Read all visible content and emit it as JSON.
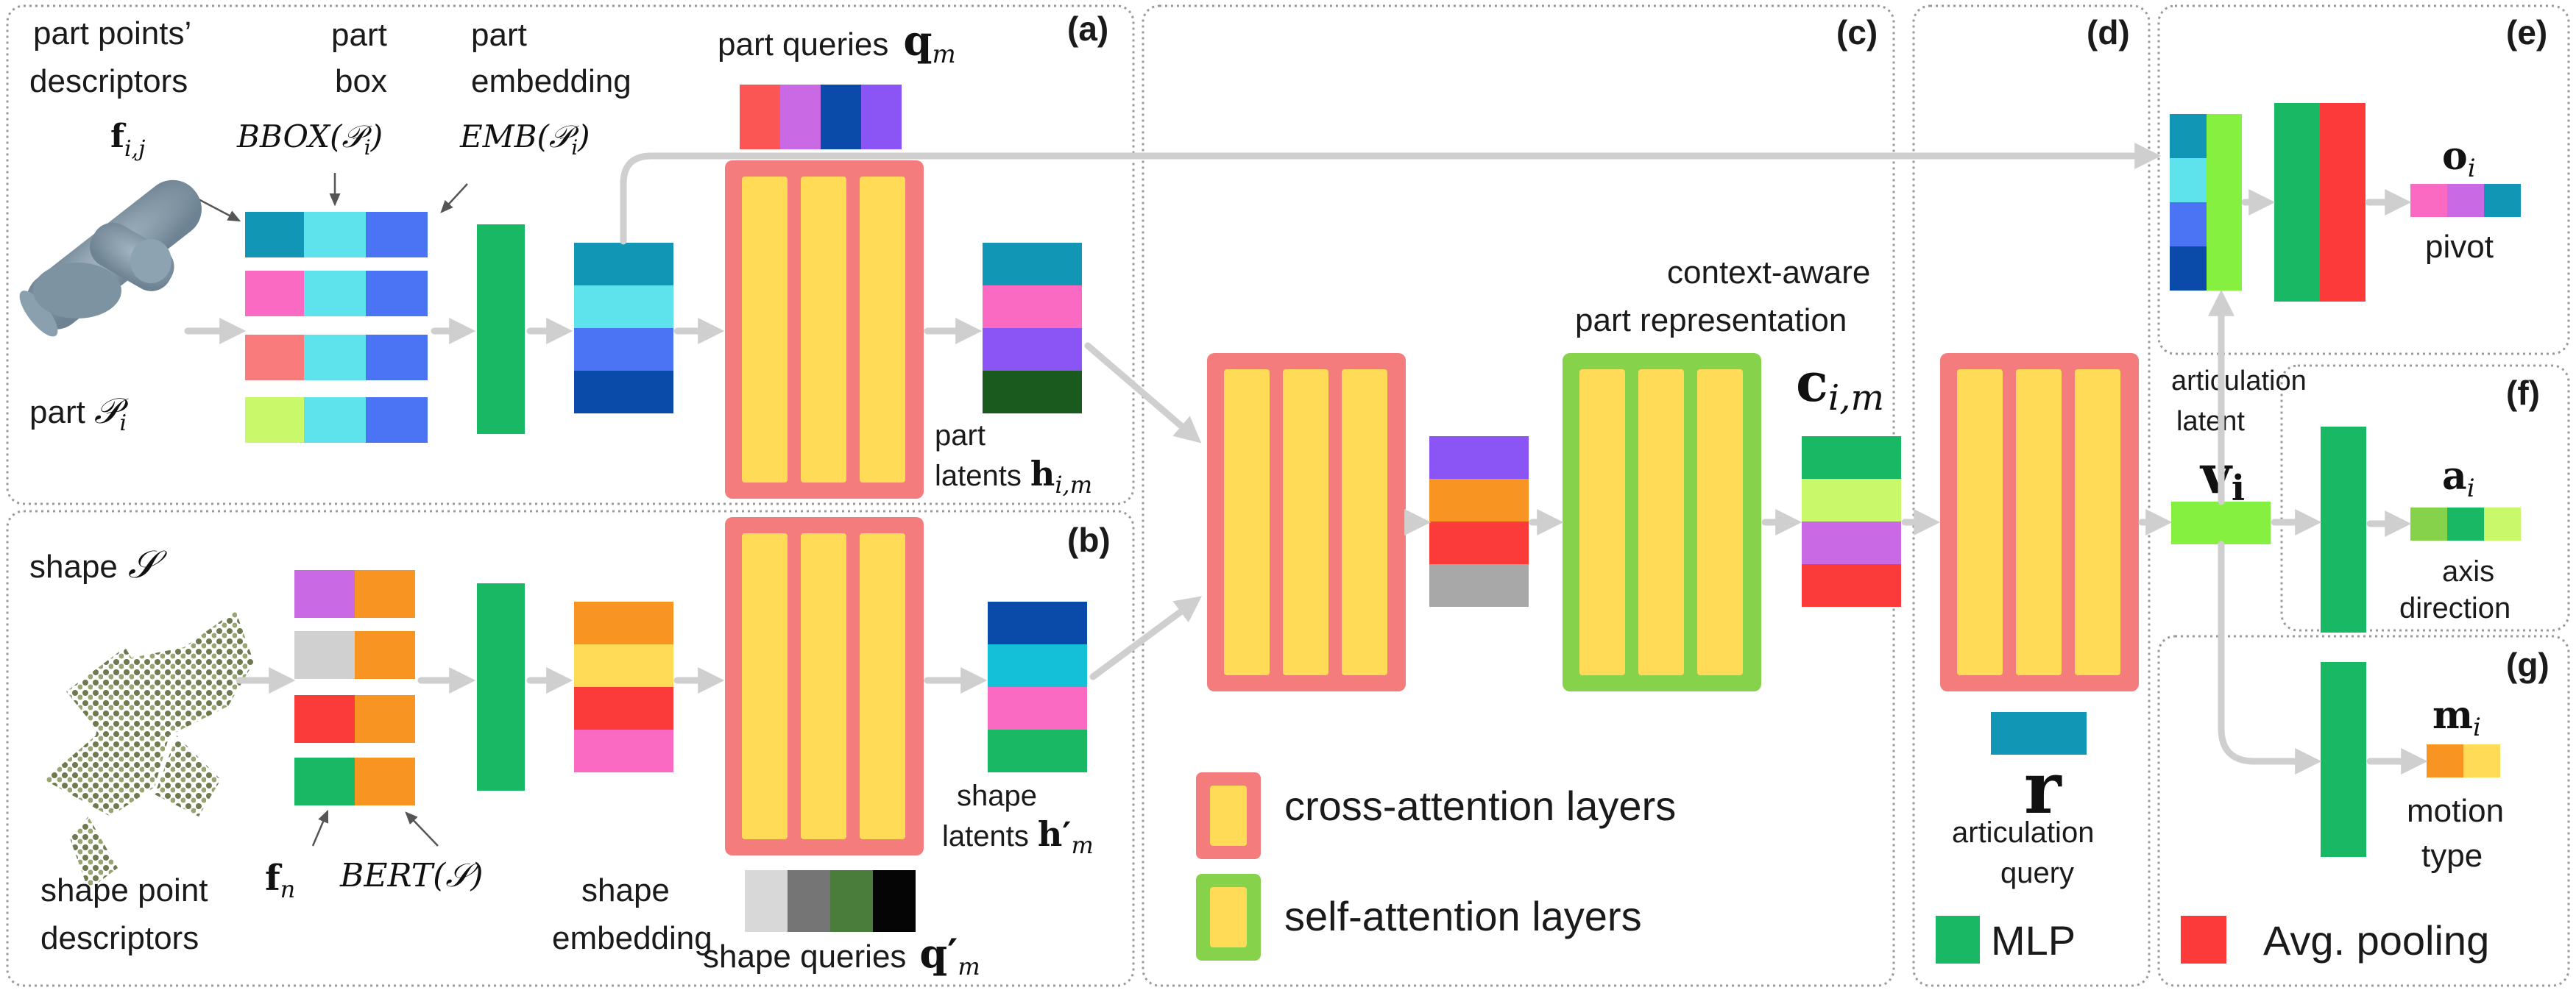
{
  "panels": {
    "a": "(a)",
    "b": "(b)",
    "c": "(c)",
    "d": "(d)",
    "e": "(e)",
    "f": "(f)",
    "g": "(g)"
  },
  "labels": {
    "part_points_line1": "part points’",
    "part_points_line2": "descriptors",
    "part_points_sym": "f",
    "part_points_sub": "i,j",
    "part_box_line1": "part",
    "part_box_line2": "box",
    "part_box_math": "BBOX(𝒫",
    "part_box_sub": "i",
    "part_box_close": ")",
    "part_emb_line1": "part",
    "part_emb_line2": "embedding",
    "part_emb_math": "EMB(𝒫",
    "part_emb_sub": "i",
    "part_emb_close": ")",
    "part_queries": "part queries",
    "part_queries_sym": "q",
    "part_queries_sub": "m",
    "part_label": "part",
    "part_sym": "𝒫",
    "part_sub": "i",
    "part_latents_line1": "part",
    "part_latents_line2": "latents",
    "part_latents_sym": "h",
    "part_latents_sub": "i,m",
    "shape_label": "shape",
    "shape_sym": "𝒮",
    "shape_point_line1": "shape point",
    "shape_point_line2": "descriptors",
    "fn_sym": "f",
    "fn_sub": "n",
    "bert_math": "BERT(𝒮)",
    "shape_emb_line1": "shape",
    "shape_emb_line2": "embedding",
    "shape_queries": "shape queries",
    "shape_queries_sym": "q′",
    "shape_queries_sub": "m",
    "shape_latents_line1": "shape",
    "shape_latents_line2": "latents",
    "shape_latents_sym": "h′",
    "shape_latents_sub": "m",
    "context_line1": "context-aware",
    "context_line2": "part representation",
    "context_sym": "c",
    "context_sub": "i,m",
    "r_sym": "r",
    "articulation_query_line1": "articulation",
    "articulation_query_line2": "query",
    "articulation_latent_line1": "articulation",
    "articulation_latent_line2": "latent",
    "v_sym": "v",
    "v_sub": "i",
    "o_sym": "o",
    "o_sub": "i",
    "pivot": "pivot",
    "a_sym": "a",
    "a_sub": "i",
    "axis_line1": "axis",
    "axis_line2": "direction",
    "m_sym": "m",
    "m_sub": "i",
    "motion_line1": "motion",
    "motion_line2": "type"
  },
  "legend": {
    "cross": "cross-attention layers",
    "self": "self-attention layers",
    "mlp": "MLP",
    "pool": "Avg. pooling"
  },
  "colors": {
    "cross_attention": "#f47c7c",
    "self_attention": "#86d24a",
    "attention_inner": "#ffdb58",
    "mlp": "#18b865",
    "avg_pooling": "#fc3a3a",
    "arrow": "#cfcfcf"
  },
  "icons": {
    "part_pointcloud": "part-pointcloud-icon",
    "shape_pointcloud": "shape-pointcloud-icon"
  }
}
